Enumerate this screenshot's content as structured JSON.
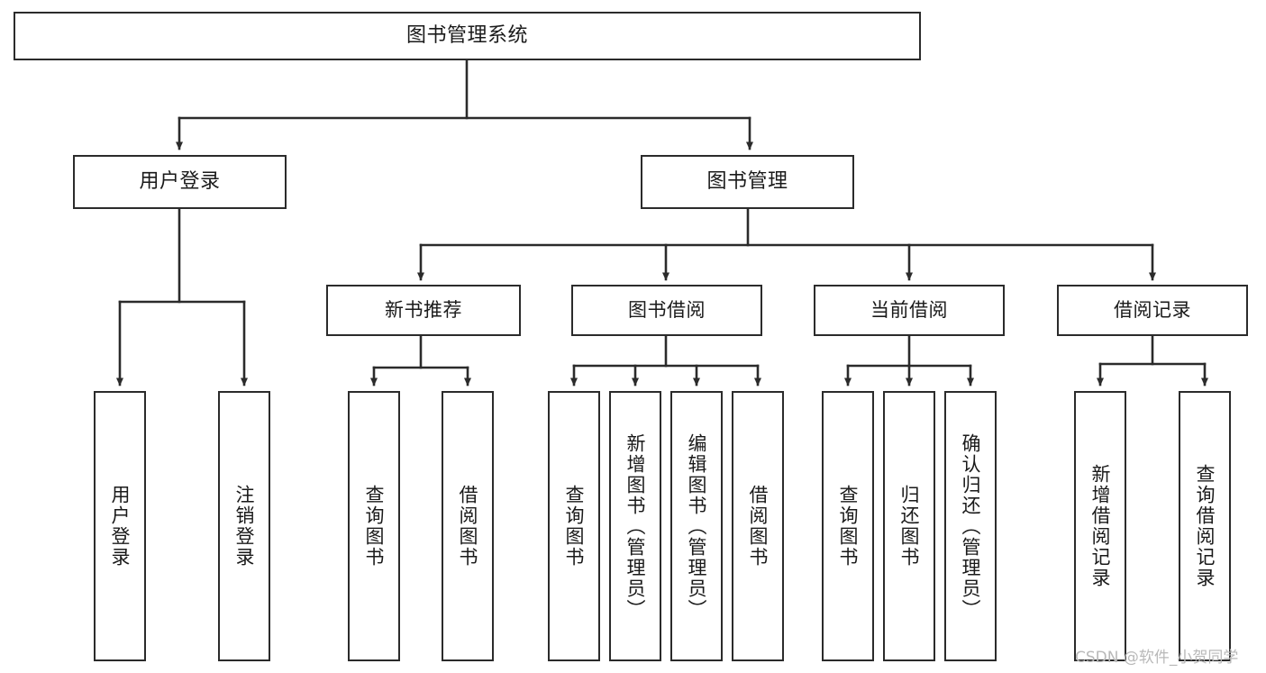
{
  "diagram": {
    "title": "图书管理系统",
    "type": "hierarchy-tree",
    "stroke_color": "#2b2b2b",
    "text_color": "#1a1a1a",
    "background_color": "#ffffff"
  },
  "nodes": {
    "root": {
      "label": "图书管理系统",
      "level": 1
    },
    "user_login": {
      "label": "用户登录",
      "level": 2
    },
    "book_manage": {
      "label": "图书管理",
      "level": 2
    },
    "new_book_rec": {
      "label": "新书推荐",
      "level": 3
    },
    "book_borrow": {
      "label": "图书借阅",
      "level": 3
    },
    "current_borrow": {
      "label": "当前借阅",
      "level": 3
    },
    "borrow_record": {
      "label": "借阅记录",
      "level": 3
    },
    "leaf_user_login": {
      "label": "用户登录",
      "level": 4
    },
    "leaf_logout_login": {
      "label": "注销登录",
      "level": 4
    },
    "leaf_query_book_1": {
      "label": "查询图书",
      "level": 4
    },
    "leaf_borrow_book_1": {
      "label": "借阅图书",
      "level": 4
    },
    "leaf_query_book_2": {
      "label": "查询图书",
      "level": 4
    },
    "leaf_add_book": {
      "label": "新增图书（管理员）",
      "level": 4
    },
    "leaf_edit_book": {
      "label": "编辑图书（管理员）",
      "level": 4
    },
    "leaf_borrow_book_2": {
      "label": "借阅图书",
      "level": 4
    },
    "leaf_query_book_3": {
      "label": "查询图书",
      "level": 4
    },
    "leaf_return_book": {
      "label": "归还图书",
      "level": 4
    },
    "leaf_confirm_return": {
      "label": "确认归还（管理员）",
      "level": 4
    },
    "leaf_add_record": {
      "label": "新增借阅记录",
      "level": 4
    },
    "leaf_query_record": {
      "label": "查询借阅记录",
      "level": 4
    }
  },
  "edges": [
    {
      "from": "root",
      "to": "user_login"
    },
    {
      "from": "root",
      "to": "book_manage"
    },
    {
      "from": "user_login",
      "to": "leaf_user_login"
    },
    {
      "from": "user_login",
      "to": "leaf_logout_login"
    },
    {
      "from": "book_manage",
      "to": "new_book_rec"
    },
    {
      "from": "book_manage",
      "to": "book_borrow"
    },
    {
      "from": "book_manage",
      "to": "current_borrow"
    },
    {
      "from": "book_manage",
      "to": "borrow_record"
    },
    {
      "from": "new_book_rec",
      "to": "leaf_query_book_1"
    },
    {
      "from": "new_book_rec",
      "to": "leaf_borrow_book_1"
    },
    {
      "from": "book_borrow",
      "to": "leaf_query_book_2"
    },
    {
      "from": "book_borrow",
      "to": "leaf_add_book"
    },
    {
      "from": "book_borrow",
      "to": "leaf_edit_book"
    },
    {
      "from": "book_borrow",
      "to": "leaf_borrow_book_2"
    },
    {
      "from": "current_borrow",
      "to": "leaf_query_book_3"
    },
    {
      "from": "current_borrow",
      "to": "leaf_return_book"
    },
    {
      "from": "current_borrow",
      "to": "leaf_confirm_return"
    },
    {
      "from": "borrow_record",
      "to": "leaf_add_record"
    },
    {
      "from": "borrow_record",
      "to": "leaf_query_record"
    }
  ],
  "watermark": {
    "text": "CSDN @软件_小贺同学",
    "color": "#b9b9b9"
  }
}
